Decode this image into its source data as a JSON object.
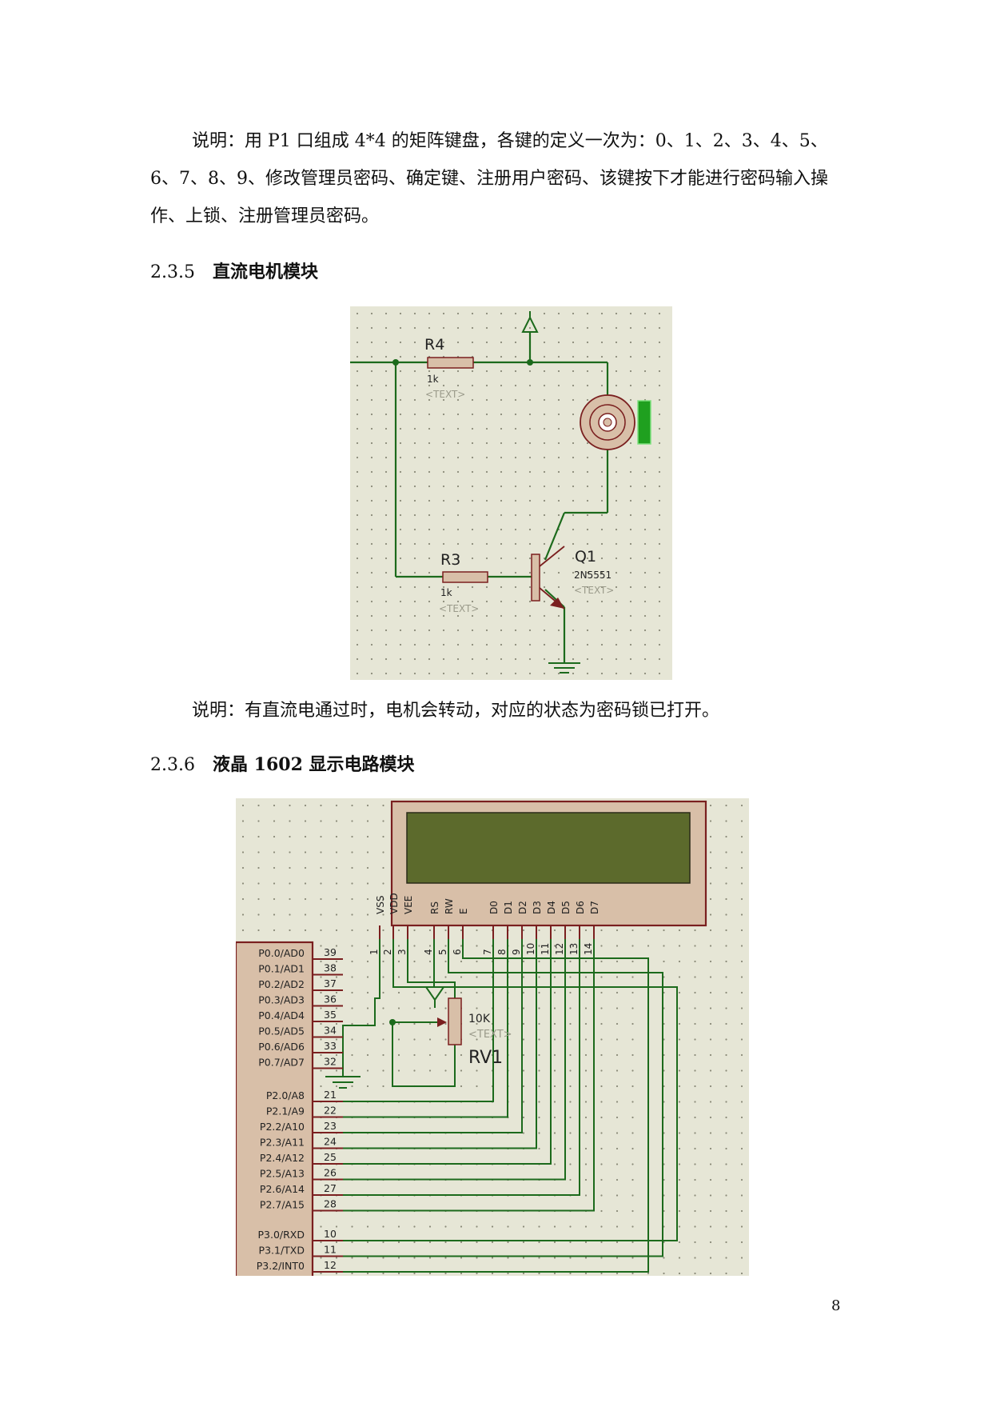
{
  "paragraph1": "说明：用 P1 口组成 4*4 的矩阵键盘，各键的定义一次为：0、1、2、3、4、5、6、7、8、9、修改管理员密码、确定键、注册用户密码、该键按下才能进行密码输入操作、上锁、注册管理员密码。",
  "section_235": {
    "number": "2.3.5",
    "title": "直流电机模块"
  },
  "motor_circuit": {
    "r4_label": "R4",
    "r4_value": "1k",
    "r4_text": "<TEXT>",
    "r3_label": "R3",
    "r3_value": "1k",
    "r3_text": "<TEXT>",
    "q1_label": "Q1",
    "q1_part": "2N5551",
    "q1_text": "<TEXT>"
  },
  "paragraph2": "说明：有直流电通过时，电机会转动，对应的状态为密码锁已打开。",
  "section_236": {
    "number": "2.3.6",
    "title": "液晶 1602 显示电路模块"
  },
  "lcd_circuit": {
    "lcd_pins": [
      "VSS",
      "VDD",
      "VEE",
      "RS",
      "RW",
      "E",
      "D0",
      "D1",
      "D2",
      "D3",
      "D4",
      "D5",
      "D6",
      "D7"
    ],
    "lcd_pin_numbers": [
      "1",
      "2",
      "3",
      "4",
      "5",
      "6",
      "7",
      "8",
      "9",
      "10",
      "11",
      "12",
      "13",
      "14"
    ],
    "p0_pins": [
      "P0.0/AD0",
      "P0.1/AD1",
      "P0.2/AD2",
      "P0.3/AD3",
      "P0.4/AD4",
      "P0.5/AD5",
      "P0.6/AD6",
      "P0.7/AD7"
    ],
    "p0_numbers": [
      "39",
      "38",
      "37",
      "36",
      "35",
      "34",
      "33",
      "32"
    ],
    "p2_pins": [
      "P2.0/A8",
      "P2.1/A9",
      "P2.2/A10",
      "P2.3/A11",
      "P2.4/A12",
      "P2.5/A13",
      "P2.6/A14",
      "P2.7/A15"
    ],
    "p2_numbers": [
      "21",
      "22",
      "23",
      "24",
      "25",
      "26",
      "27",
      "28"
    ],
    "p3_pins": [
      "P3.0/RXD",
      "P3.1/TXD",
      "P3.2/INT0"
    ],
    "p3_numbers": [
      "10",
      "11",
      "12"
    ],
    "rv1_value": "10K",
    "rv1_text": "<TEXT>",
    "rv1_label": "RV1"
  },
  "page_number": "8"
}
